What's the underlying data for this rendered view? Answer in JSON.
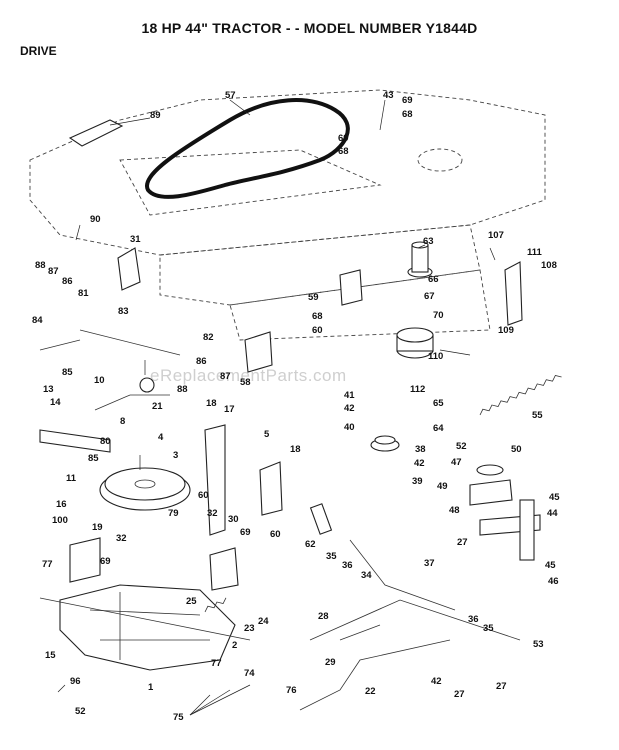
{
  "header": {
    "title": "18 HP 44\" TRACTOR - - MODEL NUMBER Y1844D",
    "section": "DRIVE"
  },
  "watermark": "eReplacementParts.com",
  "callouts": [
    {
      "n": "89"
    },
    {
      "n": "57"
    },
    {
      "n": "43"
    },
    {
      "n": "69"
    },
    {
      "n": "68"
    },
    {
      "n": "69"
    },
    {
      "n": "68"
    },
    {
      "n": "90"
    },
    {
      "n": "31"
    },
    {
      "n": "63"
    },
    {
      "n": "107"
    },
    {
      "n": "111"
    },
    {
      "n": "108"
    },
    {
      "n": "88"
    },
    {
      "n": "87"
    },
    {
      "n": "86"
    },
    {
      "n": "81"
    },
    {
      "n": "84"
    },
    {
      "n": "83"
    },
    {
      "n": "82"
    },
    {
      "n": "59"
    },
    {
      "n": "68"
    },
    {
      "n": "60"
    },
    {
      "n": "66"
    },
    {
      "n": "67"
    },
    {
      "n": "70"
    },
    {
      "n": "109"
    },
    {
      "n": "85"
    },
    {
      "n": "86"
    },
    {
      "n": "87"
    },
    {
      "n": "88"
    },
    {
      "n": "58"
    },
    {
      "n": "110"
    },
    {
      "n": "10"
    },
    {
      "n": "13"
    },
    {
      "n": "14"
    },
    {
      "n": "8"
    },
    {
      "n": "21"
    },
    {
      "n": "41"
    },
    {
      "n": "112"
    },
    {
      "n": "42"
    },
    {
      "n": "65"
    },
    {
      "n": "55"
    },
    {
      "n": "18"
    },
    {
      "n": "17"
    },
    {
      "n": "40"
    },
    {
      "n": "64"
    },
    {
      "n": "80"
    },
    {
      "n": "4"
    },
    {
      "n": "5"
    },
    {
      "n": "18"
    },
    {
      "n": "85"
    },
    {
      "n": "3"
    },
    {
      "n": "38"
    },
    {
      "n": "52"
    },
    {
      "n": "50"
    },
    {
      "n": "42"
    },
    {
      "n": "47"
    },
    {
      "n": "11"
    },
    {
      "n": "60"
    },
    {
      "n": "39"
    },
    {
      "n": "49"
    },
    {
      "n": "45"
    },
    {
      "n": "16"
    },
    {
      "n": "79"
    },
    {
      "n": "48"
    },
    {
      "n": "44"
    },
    {
      "n": "100"
    },
    {
      "n": "19"
    },
    {
      "n": "32"
    },
    {
      "n": "30"
    },
    {
      "n": "69"
    },
    {
      "n": "60"
    },
    {
      "n": "69"
    },
    {
      "n": "32"
    },
    {
      "n": "62"
    },
    {
      "n": "35"
    },
    {
      "n": "36"
    },
    {
      "n": "27"
    },
    {
      "n": "45"
    },
    {
      "n": "77"
    },
    {
      "n": "46"
    },
    {
      "n": "37"
    },
    {
      "n": "34"
    },
    {
      "n": "25"
    },
    {
      "n": "24"
    },
    {
      "n": "23"
    },
    {
      "n": "28"
    },
    {
      "n": "36"
    },
    {
      "n": "35"
    },
    {
      "n": "53"
    },
    {
      "n": "2"
    },
    {
      "n": "15"
    },
    {
      "n": "77"
    },
    {
      "n": "29"
    },
    {
      "n": "42"
    },
    {
      "n": "96"
    },
    {
      "n": "74"
    },
    {
      "n": "1"
    },
    {
      "n": "76"
    },
    {
      "n": "22"
    },
    {
      "n": "27"
    },
    {
      "n": "27"
    },
    {
      "n": "52"
    },
    {
      "n": "75"
    }
  ]
}
